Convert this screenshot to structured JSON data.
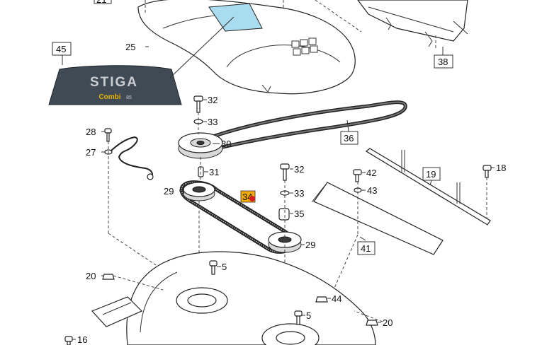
{
  "callouts": [
    {
      "id": "c21",
      "label": "21"
    },
    {
      "id": "c25",
      "label": "25"
    },
    {
      "id": "c45",
      "label": "45"
    },
    {
      "id": "c38",
      "label": "38"
    },
    {
      "id": "c32a",
      "label": "32"
    },
    {
      "id": "c33a",
      "label": "33"
    },
    {
      "id": "c28",
      "label": "28"
    },
    {
      "id": "c30",
      "label": "30"
    },
    {
      "id": "c36",
      "label": "36"
    },
    {
      "id": "c27",
      "label": "27"
    },
    {
      "id": "c31",
      "label": "31"
    },
    {
      "id": "c32b",
      "label": "32"
    },
    {
      "id": "c42",
      "label": "42"
    },
    {
      "id": "c19",
      "label": "19"
    },
    {
      "id": "c18",
      "label": "18"
    },
    {
      "id": "c29a",
      "label": "29"
    },
    {
      "id": "c34",
      "label": "34"
    },
    {
      "id": "c33b",
      "label": "33"
    },
    {
      "id": "c43",
      "label": "43"
    },
    {
      "id": "c35",
      "label": "35"
    },
    {
      "id": "c29b",
      "label": "29"
    },
    {
      "id": "c41",
      "label": "41"
    },
    {
      "id": "c20a",
      "label": "20"
    },
    {
      "id": "c5a",
      "label": "5"
    },
    {
      "id": "c44",
      "label": "44"
    },
    {
      "id": "c5b",
      "label": "5"
    },
    {
      "id": "c20b",
      "label": "20"
    },
    {
      "id": "c16",
      "label": "16"
    }
  ],
  "decal": {
    "brand": "STIGA",
    "model": "Combi",
    "size": "85"
  },
  "colors": {
    "decal_bg": "#3f4a55",
    "decal_brand": "#c9ccd0",
    "decal_model": "#e8b400",
    "highlight_window": "#a9dcef",
    "new_badge": "#f2a900",
    "new_badge_dot": "#d81e1e"
  }
}
